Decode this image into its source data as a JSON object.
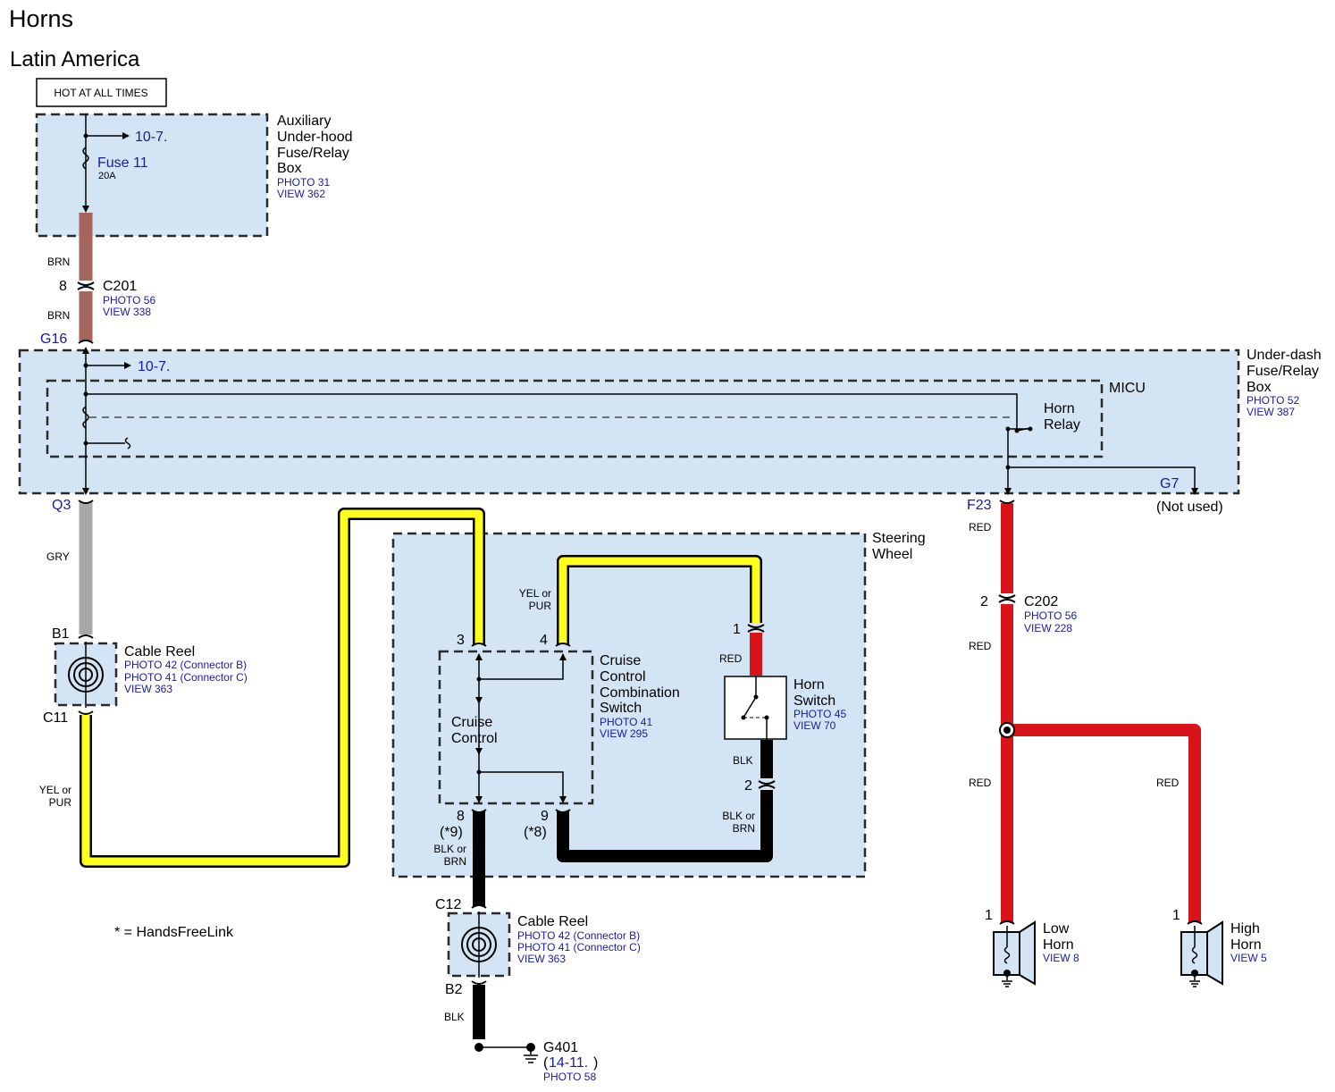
{
  "title": "Horns",
  "subtitle": "Latin America",
  "hot_label": "HOT AT ALL TIMES",
  "aux_box": {
    "name_lines": [
      "Auxiliary",
      "Under-hood",
      "Fuse/Relay",
      "Box"
    ],
    "photo": "PHOTO 31",
    "view": "VIEW 362",
    "ref": "10-7.",
    "fuse": "Fuse 11",
    "fuse_rating": "20A"
  },
  "c201": {
    "pin": "8",
    "name": "C201",
    "photo": "PHOTO 56",
    "view": "VIEW 338",
    "wire_top": "BRN",
    "wire_bottom": "BRN"
  },
  "under_dash": {
    "name_lines": [
      "Under-dash",
      "Fuse/Relay",
      "Box"
    ],
    "photo": "PHOTO 52",
    "view": "VIEW 387",
    "ref": "10-7.",
    "micu": "MICU",
    "relay_lines": [
      "Horn",
      "Relay"
    ],
    "g16": "G16",
    "q3": "Q3",
    "f23": "F23",
    "g7": "G7",
    "not_used": "(Not used)"
  },
  "gry": "GRY",
  "cable_reel_1": {
    "name": "Cable Reel",
    "top_pin": "B1",
    "bottom_pin": "C11",
    "photo1": "PHOTO 42 (Connector B)",
    "photo2": "PHOTO 41 (Connector C)",
    "view": "VIEW 363"
  },
  "yel_pur_left": [
    "YEL or",
    "PUR"
  ],
  "steering_wheel": [
    "Steering",
    "Wheel"
  ],
  "yel_pur_mid": [
    "YEL or",
    "PUR"
  ],
  "cruise_switch": {
    "pin3": "3",
    "pin4": "4",
    "name_lines": [
      "Cruise",
      "Control",
      "Combination",
      "Switch"
    ],
    "photo": "PHOTO 41",
    "view": "VIEW 295",
    "inner_lines": [
      "Cruise",
      "Control"
    ],
    "pin8": "8",
    "pin8_alt": "(*9)",
    "pin9": "9",
    "pin9_alt": "(*8)",
    "wire_8": [
      "BLK or",
      "BRN"
    ]
  },
  "horn_switch": {
    "pin1": "1",
    "red": "RED",
    "name_lines": [
      "Horn",
      "Switch"
    ],
    "photo": "PHOTO 45",
    "view": "VIEW 70",
    "blk": "BLK",
    "pin2": "2",
    "wire_2": [
      "BLK or",
      "BRN"
    ]
  },
  "handsfree": "* = HandsFreeLink",
  "cable_reel_2": {
    "name": "Cable Reel",
    "top_pin": "C12",
    "bottom_pin": "B2",
    "photo1": "PHOTO 42 (Connector B)",
    "photo2": "PHOTO 41 (Connector C)",
    "view": "VIEW 363",
    "blk": "BLK"
  },
  "g401": {
    "name": "G401",
    "ref": "14-11.",
    "paren_open": "(",
    "paren_close": ")",
    "photo": "PHOTO 58"
  },
  "right_chain": {
    "red1": "RED",
    "c202_pin": "2",
    "c202": "C202",
    "photo": "PHOTO 56",
    "view": "VIEW 228",
    "red2": "RED",
    "red3": "RED",
    "red4": "RED"
  },
  "low_horn": {
    "pin": "1",
    "name_lines": [
      "Low",
      "Horn"
    ],
    "view": "VIEW 8"
  },
  "high_horn": {
    "pin": "1",
    "name_lines": [
      "High",
      "Horn"
    ],
    "view": "VIEW 5"
  },
  "colors": {
    "brn": "#a6655f",
    "gry": "#a8a8a8",
    "yel": "#ffff1e",
    "red": "#d8141a",
    "blk": "#000000",
    "box_fill": "#d3e4f4",
    "ref_blue": "#1a1aa6"
  }
}
